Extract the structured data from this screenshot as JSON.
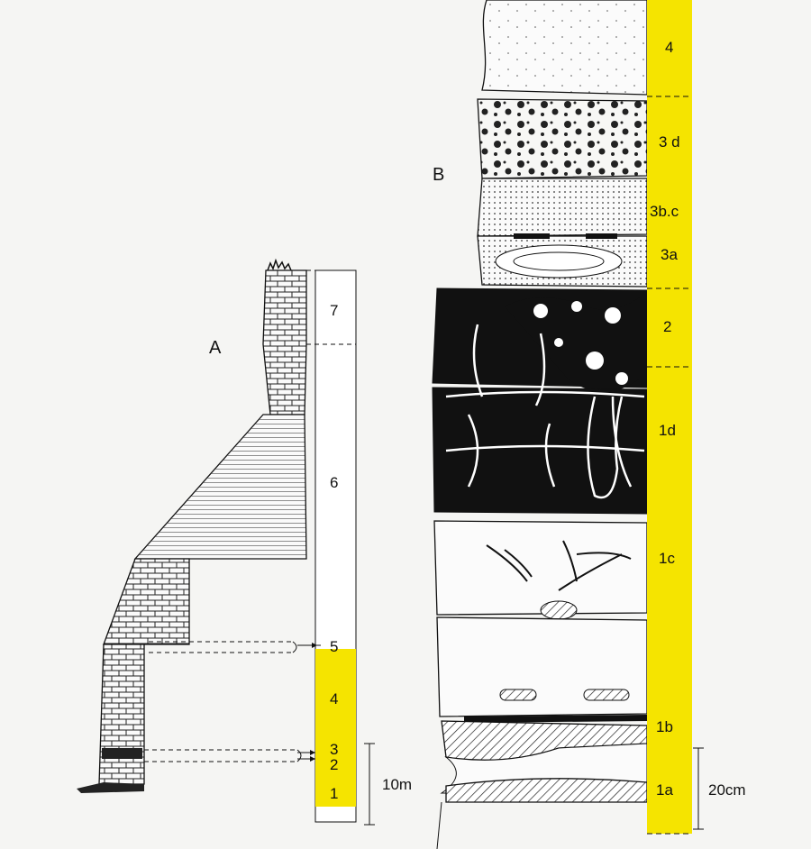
{
  "figure": {
    "panel_a": {
      "title": "A",
      "units": [
        "7",
        "6",
        "5",
        "4",
        "3",
        "2",
        "1"
      ],
      "scale_label": "10m"
    },
    "panel_b": {
      "title": "B",
      "units": [
        "4",
        "3 d",
        "3b.c",
        "3a",
        "2",
        "1d",
        "1c",
        "1b",
        "1a"
      ],
      "scale_label": "20cm"
    },
    "colors": {
      "highlight": "#f5e400",
      "ink": "#111111",
      "paper": "#f5f5f3"
    }
  }
}
